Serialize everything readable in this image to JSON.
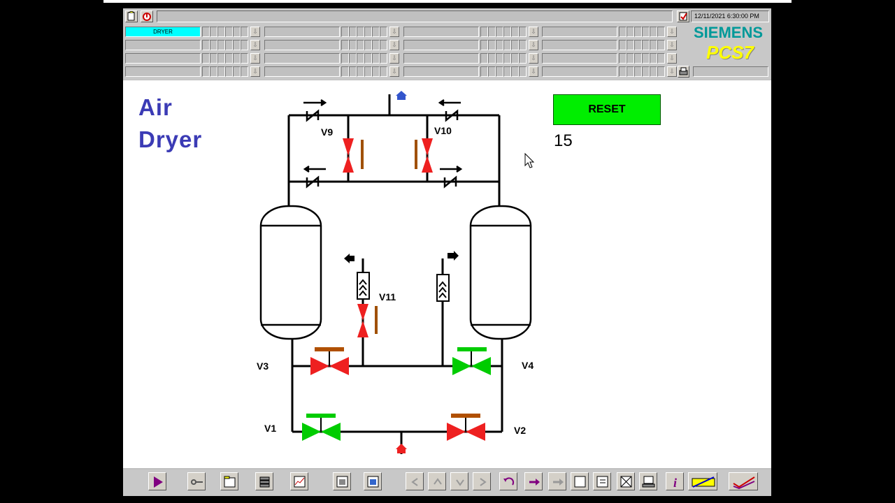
{
  "header": {
    "datetime": "12/11/2021 6:30:00 PM",
    "brand": "SIEMENS",
    "product": "PCS7",
    "area_active": "DRYER"
  },
  "screen": {
    "title_line1": "Air",
    "title_line2": "Dryer",
    "reset_label": "RESET",
    "counter": "15"
  },
  "valves": {
    "v1": "V1",
    "v2": "V2",
    "v3": "V3",
    "v4": "V4",
    "v9": "V9",
    "v10": "V10",
    "v11": "V11"
  },
  "colors": {
    "valve_open": "#00dd00",
    "valve_closed": "#ff2020",
    "title": "#3b3bb5",
    "reset_bg": "#00ee00",
    "active_area": "#00ffff",
    "brand": "#009999",
    "product": "#ffff00"
  },
  "footer_icons": [
    "start-icon",
    "key-icon",
    "folder-icon",
    "stack-icon",
    "trend-icon",
    "screen-a-icon",
    "screen-b-icon",
    "left-arrow-icon",
    "up-arrow-icon",
    "down-arrow-icon",
    "right-arrow-icon",
    "undo-icon",
    "jump-icon",
    "next-icon",
    "window-a-icon",
    "window-b-icon",
    "window-c-icon",
    "terminal-icon",
    "info-icon",
    "ack-icon",
    "check-icon"
  ]
}
